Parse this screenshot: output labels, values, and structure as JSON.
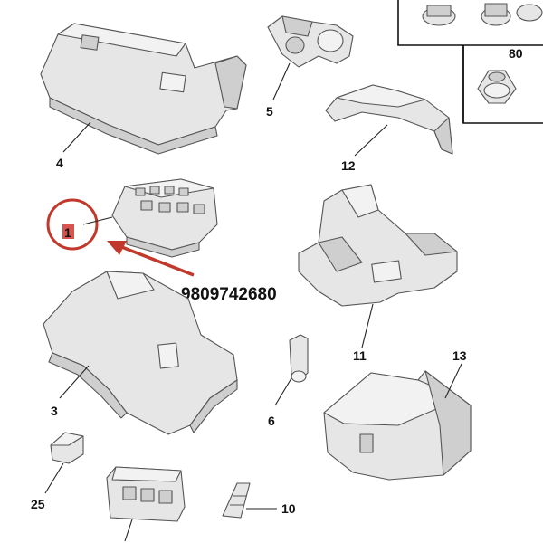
{
  "diagram": {
    "part_number": "9809742680",
    "callouts": [
      {
        "id": "label-1",
        "text": "1"
      },
      {
        "id": "label-3",
        "text": "3"
      },
      {
        "id": "label-4",
        "text": "4"
      },
      {
        "id": "label-5",
        "text": "5"
      },
      {
        "id": "label-6",
        "text": "6"
      },
      {
        "id": "label-10",
        "text": "10"
      },
      {
        "id": "label-11",
        "text": "11"
      },
      {
        "id": "label-12",
        "text": "12"
      },
      {
        "id": "label-13",
        "text": "13"
      },
      {
        "id": "label-25",
        "text": "25"
      },
      {
        "id": "label-80",
        "text": "80"
      }
    ]
  },
  "colors": {
    "highlight_circle": "#c0392b",
    "arrow": "#c0392b",
    "label_1_fill": "#d9534f",
    "part_fill": "#e6e6e6",
    "outline": "#555555"
  }
}
